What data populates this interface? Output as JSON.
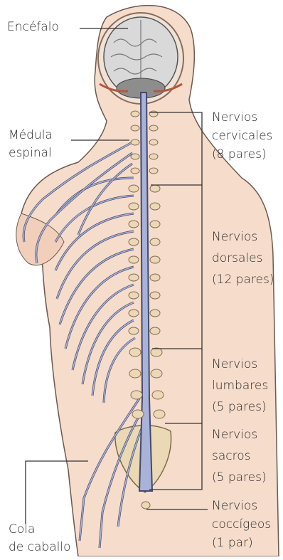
{
  "labels": {
    "encefalo": "Encéfalo",
    "medula": {
      "line1": "Médula",
      "line2": "espinal"
    },
    "cola": {
      "line1": "Cola",
      "line2": "de caballo"
    },
    "cervicales": {
      "line1": "Nervios",
      "line2": "cervicales",
      "line3": "(8 pares)"
    },
    "dorsales": {
      "line1": "Nervios",
      "line2": "dorsales",
      "line3": "(12 pares)"
    },
    "lumbares": {
      "line1": "Nervios",
      "line2": "lumbares",
      "line3": "(5 pares)"
    },
    "sacros": {
      "line1": "Nervios",
      "line2": "sacros",
      "line3": "(5 pares)"
    },
    "coccigeos": {
      "line1": "Nervios",
      "line2": "coccígeos",
      "line3": "(1 par)"
    }
  },
  "colors": {
    "skin": "#f6dccb",
    "skin_outline": "#6b5a50",
    "nerve": "#a9b2d8",
    "nerve_outline": "#454a6a",
    "bone": "#ead9b4",
    "brain": "#d9d9d9",
    "text": "#2a2a2a"
  }
}
